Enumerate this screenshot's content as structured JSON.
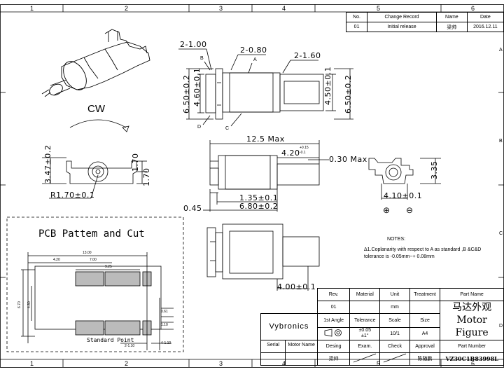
{
  "grid": {
    "top_numbers": [
      "1",
      "2",
      "3",
      "4",
      "5",
      "6"
    ],
    "bottom_numbers": [
      "1",
      "2",
      "3",
      "4",
      "5",
      "6"
    ],
    "right_letters": [
      "A",
      "B",
      "C",
      "D"
    ]
  },
  "revision_table": {
    "headers": {
      "no": "No.",
      "change": "Change Record",
      "name": "Name",
      "date": "Date"
    },
    "rows": [
      {
        "no": "01",
        "change": "Initial release",
        "name": "梁帅",
        "date": "2016.12.11"
      }
    ]
  },
  "iso_view": {
    "rotation_label": "CW"
  },
  "top_view": {
    "dims": {
      "d1": "2-1.00",
      "d2": "2-0.80",
      "d3": "2-1.60",
      "h1": "6.50±0.2",
      "h2": "4.60±0.1",
      "h3": "4.50±0.1",
      "h4": "6.50±0.2"
    },
    "labels": {
      "a": "A",
      "b": "B",
      "c": "C",
      "d": "D"
    }
  },
  "end_view": {
    "dims": {
      "h1": "3.47±0.2",
      "h2": "1.70",
      "h3": "1.70",
      "r": "R1.70±0.1"
    }
  },
  "front_view": {
    "dims": {
      "len": "12.5 Max",
      "shaft": "4.20",
      "shaft_tol_up": "+0.15",
      "shaft_tol_dn": "-0.1",
      "lead": "0.30 Max",
      "d1": "1.35±0.1",
      "d2": "6.80±0.2",
      "d3": "0.45"
    }
  },
  "right_view": {
    "dims": {
      "h": "3.35",
      "w": "4.10±0.1"
    },
    "plus": "⊕",
    "minus": "⊖"
  },
  "bottom_view": {
    "dims": {
      "w": "4.00±0.1"
    }
  },
  "notes": {
    "title": "NOTES:",
    "line1": "Δ1.Coplanarity with respect to A as standard ,B &C&D",
    "line2": "tolerance is -0.05mm~+ 0.08mm"
  },
  "pcb": {
    "title": "PCB Pattem and Cut",
    "dims": {
      "w13": "13.00",
      "w42": "4.20",
      "w70": "7.00",
      "w925": "9.25",
      "h670": "6.70",
      "h430": "4.30",
      "h061": "0.61",
      "h110": "1.10",
      "w110": "2-1.10",
      "w410": "4-1.10"
    },
    "std_point": "Standard Point"
  },
  "title_block": {
    "rev_label": "Rev.",
    "material_label": "Material",
    "unit_label": "Unit",
    "treatment_label": "Treatment",
    "partname_label": "Part Name",
    "rev": "01",
    "unit": "mm",
    "company": "Vybronics",
    "angle_label": "1st Angle",
    "tolerance_label": "Tolerance",
    "scale_label": "Scale",
    "size_label": "Size",
    "tolerance_val1": "±0.05",
    "tolerance_val2": "±1°",
    "scale": "10/1",
    "size": "A4",
    "serial_label": "Serial",
    "motor_label": "Motor Name",
    "design_label": "Desing",
    "exam_label": "Exam.",
    "check_label": "Check",
    "approval_label": "Approval",
    "partnumber_label": "Part Number",
    "part_name_cn": "马达外观",
    "part_name_en": "Motor Figure",
    "part_number": "VZ30C1B83998L",
    "designer": "梁帅",
    "approver": "陈随鹏"
  }
}
